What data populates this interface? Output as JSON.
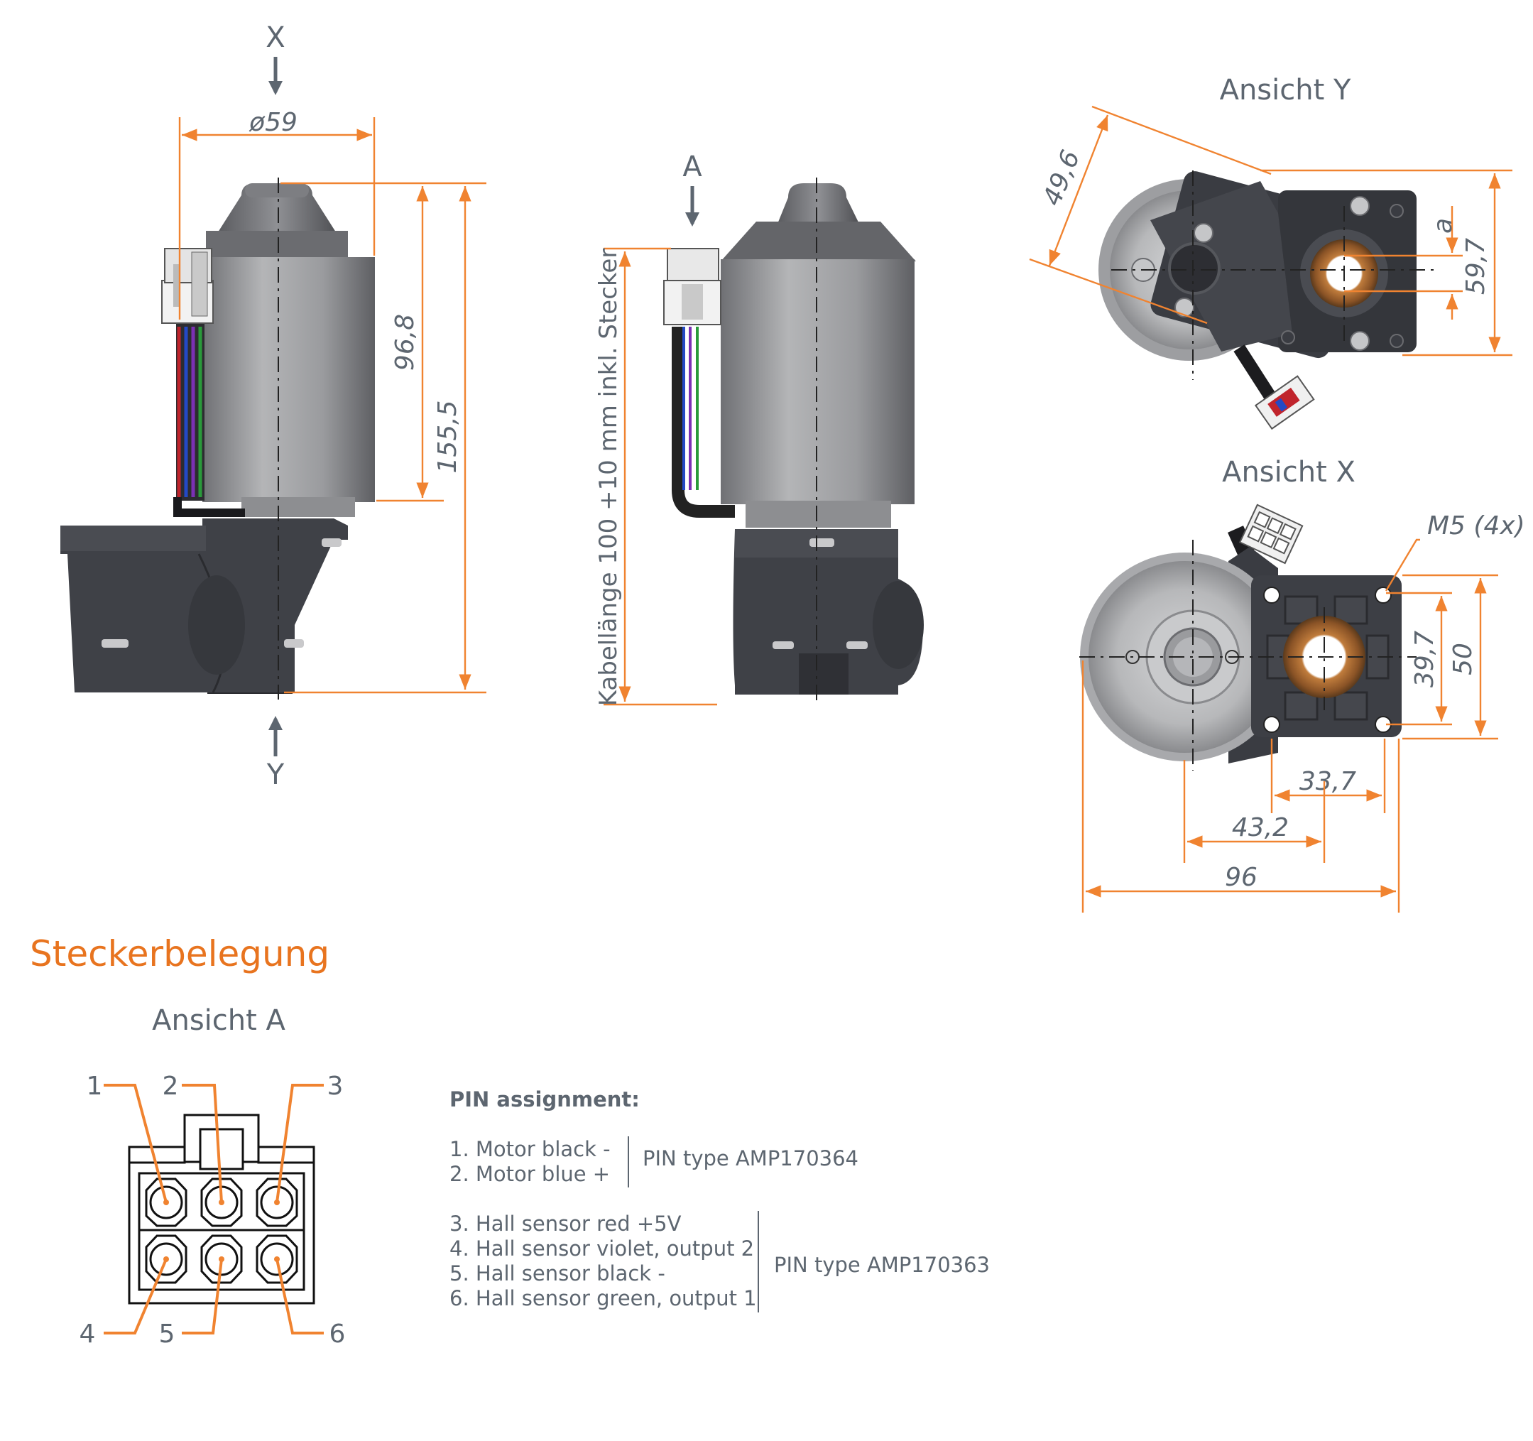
{
  "views": {
    "view_x_marker": "X",
    "view_y_marker": "Y",
    "view_a_marker": "A",
    "ansicht_y_title": "Ansicht Y",
    "ansicht_x_title": "Ansicht X",
    "ansicht_a_title": "Ansicht A"
  },
  "dimensions": {
    "diameter": "ø59",
    "motor_length": "96,8",
    "total_length": "155,5",
    "cable_length": "Kabellänge 100 +10 mm inkl. Stecker",
    "y_diag": "49,6",
    "y_a": "a",
    "y_height": "59,7",
    "thread": "M5 (4x)",
    "x_hole_spacing": "39,7",
    "x_height": "50",
    "x_w1": "33,7",
    "x_w2": "43,2",
    "x_w3": "96"
  },
  "connector": {
    "section_title": "Steckerbelegung",
    "pin_numbers": [
      "1",
      "2",
      "3",
      "4",
      "5",
      "6"
    ]
  },
  "pin_assignment": {
    "heading": "PIN assignment:",
    "group1": [
      "1. Motor black -",
      "2. Motor blue +"
    ],
    "group1_type": "PIN type AMP170364",
    "group2": [
      "3. Hall sensor red +5V",
      "4. Hall sensor violet, output 2",
      "5. Hall sensor black -",
      "6. Hall sensor green, output 1"
    ],
    "group2_type": "PIN type AMP170363"
  },
  "colors": {
    "accent": "#e8741f",
    "text": "#5d6670",
    "housing": "#3d3f45",
    "motor": "#8e8f92"
  }
}
